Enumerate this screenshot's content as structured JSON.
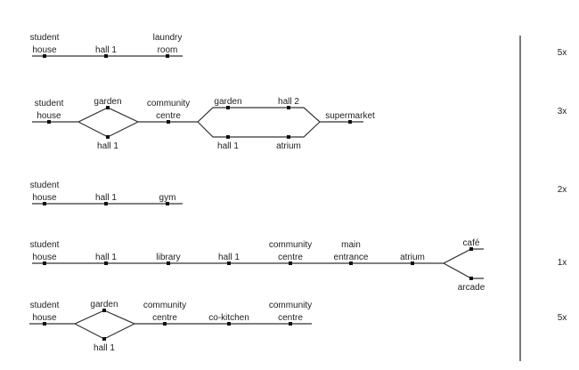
{
  "routes": [
    {
      "frequency": "5x",
      "nodes": [
        {
          "id": "a",
          "lines": [
            "student",
            "house"
          ]
        },
        {
          "id": "b",
          "lines": [
            "hall 1"
          ]
        },
        {
          "id": "c",
          "lines": [
            "laundry",
            "room"
          ]
        }
      ]
    },
    {
      "frequency": "3x",
      "nodes": [
        {
          "id": "a",
          "lines": [
            "student",
            "house"
          ]
        },
        {
          "id": "b",
          "lines": [
            "garden"
          ]
        },
        {
          "id": "c",
          "lines": [
            "hall 1"
          ]
        },
        {
          "id": "d",
          "lines": [
            "community",
            "centre"
          ]
        },
        {
          "id": "e",
          "lines": [
            "garden"
          ]
        },
        {
          "id": "f",
          "lines": [
            "hall 2"
          ]
        },
        {
          "id": "g",
          "lines": [
            "hall 1"
          ]
        },
        {
          "id": "h",
          "lines": [
            "atrium"
          ]
        },
        {
          "id": "i",
          "lines": [
            "supermarket"
          ]
        }
      ]
    },
    {
      "frequency": "2x",
      "nodes": [
        {
          "id": "a",
          "lines": [
            "student",
            "house"
          ]
        },
        {
          "id": "b",
          "lines": [
            "hall 1"
          ]
        },
        {
          "id": "c",
          "lines": [
            "gym"
          ]
        }
      ]
    },
    {
      "frequency": "1x",
      "nodes": [
        {
          "id": "a",
          "lines": [
            "student",
            "house"
          ]
        },
        {
          "id": "b",
          "lines": [
            "hall 1"
          ]
        },
        {
          "id": "c",
          "lines": [
            "library"
          ]
        },
        {
          "id": "d",
          "lines": [
            "hall 1"
          ]
        },
        {
          "id": "e",
          "lines": [
            "community",
            "centre"
          ]
        },
        {
          "id": "f",
          "lines": [
            "main",
            "entrance"
          ]
        },
        {
          "id": "g",
          "lines": [
            "atrium"
          ]
        },
        {
          "id": "h",
          "lines": [
            "café"
          ]
        },
        {
          "id": "i",
          "lines": [
            "arcade"
          ]
        }
      ]
    },
    {
      "frequency": "5x",
      "nodes": [
        {
          "id": "a",
          "lines": [
            "student",
            "house"
          ]
        },
        {
          "id": "b",
          "lines": [
            "garden"
          ]
        },
        {
          "id": "c",
          "lines": [
            "hall 1"
          ]
        },
        {
          "id": "d",
          "lines": [
            "community",
            "centre"
          ]
        },
        {
          "id": "e",
          "lines": [
            "co-kitchen"
          ]
        },
        {
          "id": "f",
          "lines": [
            "community",
            "centre"
          ]
        }
      ]
    }
  ]
}
